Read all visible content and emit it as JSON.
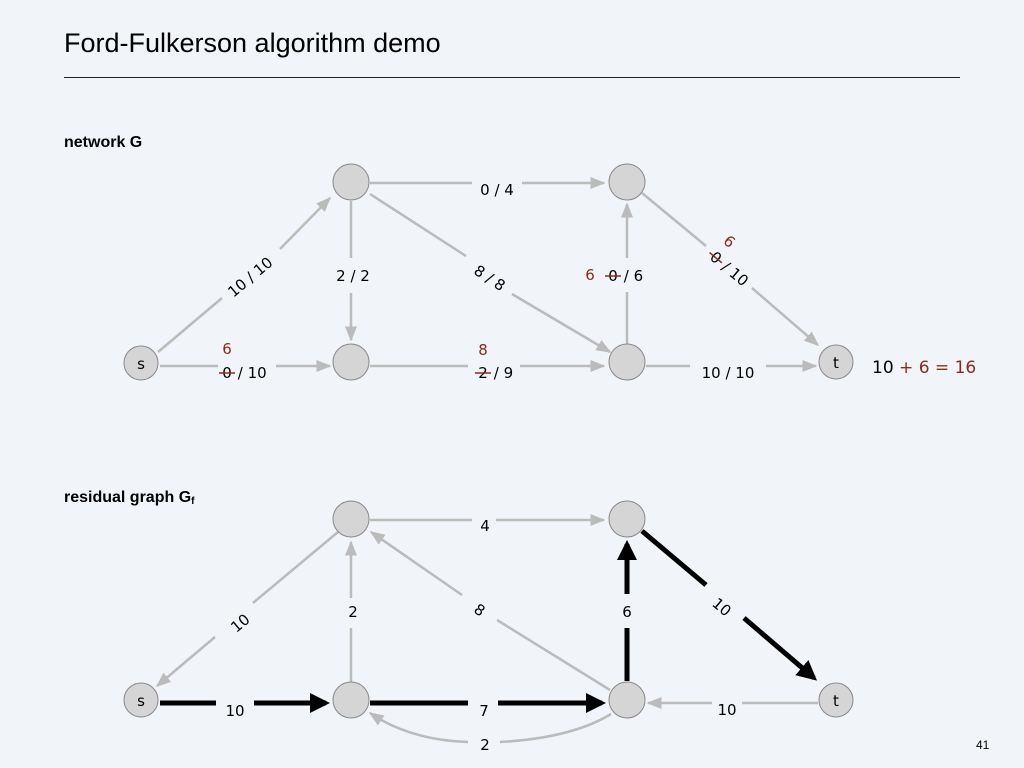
{
  "title": "Ford-Fulkerson algorithm demo",
  "page_number": "41",
  "colors": {
    "background": "#f1f4f8",
    "edge": "#bbbbbb",
    "node": "#d5d5d5",
    "highlight": "#8a2a1e",
    "path": "#000000"
  },
  "network": {
    "label": "network G",
    "nodes": {
      "s": "s",
      "t": "t"
    },
    "edges": {
      "s_a": "10 / 10",
      "s_c_new": "6",
      "s_c_old": "0",
      "s_c_cap": " / 10",
      "a_b": "0 / 4",
      "a_c": "2 / 2",
      "a_d": "8 / 8",
      "c_d_new": "8",
      "c_d_old": "2",
      "c_d_cap": " / 9",
      "d_b_new": "6",
      "d_b_old": "0",
      "d_b_cap": " / 6",
      "b_t_new": "6",
      "b_t_old": "0",
      "b_t_cap": " / 10",
      "d_t": "10 / 10"
    },
    "flow_value": {
      "base": "10",
      "increment": "+ 6 = 16"
    }
  },
  "residual": {
    "label": "residual graph G",
    "label_sub": "f",
    "nodes": {
      "s": "s",
      "t": "t"
    },
    "edges": {
      "a_s": "10",
      "a_b": "4",
      "c_a": "2",
      "d_a": "8",
      "s_c": "10",
      "c_d": "7",
      "d_c": "2",
      "d_b": "6",
      "b_t": "10",
      "t_d": "10"
    }
  }
}
